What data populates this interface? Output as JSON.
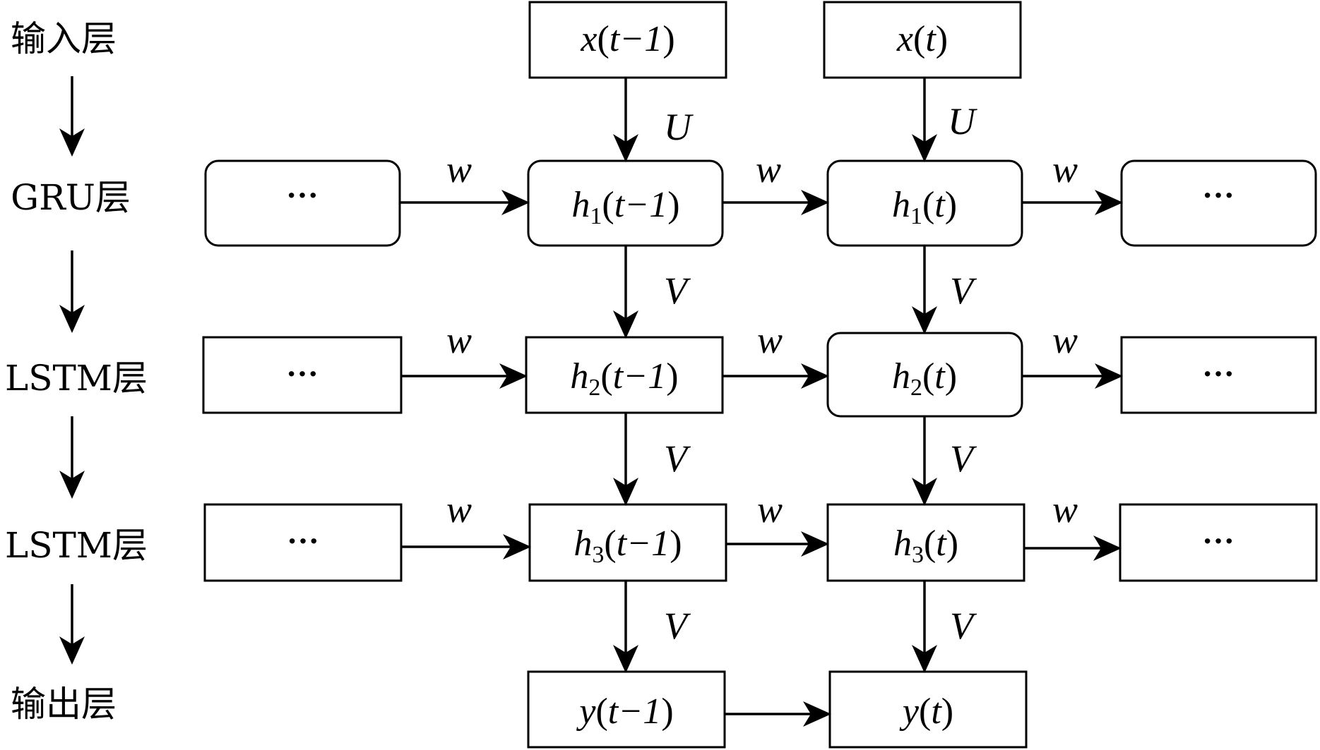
{
  "layers": [
    "输入层",
    "GRU层",
    "LSTM层",
    "LSTM层",
    "输出层"
  ],
  "edge_labels": {
    "input": "U",
    "recurrent": "w",
    "vertical": "V"
  },
  "ellipsis": "···",
  "nodes": {
    "x_prev": {
      "var": "x",
      "sub": "",
      "arg": "t−1"
    },
    "x_cur": {
      "var": "x",
      "sub": "",
      "arg": "t"
    },
    "h1_prev": {
      "var": "h",
      "sub": "1",
      "arg": "t−1"
    },
    "h1_cur": {
      "var": "h",
      "sub": "1",
      "arg": "t"
    },
    "h2_prev": {
      "var": "h",
      "sub": "2",
      "arg": "t−1"
    },
    "h2_cur": {
      "var": "h",
      "sub": "2",
      "arg": "t"
    },
    "h3_prev": {
      "var": "h",
      "sub": "3",
      "arg": "t−1"
    },
    "h3_cur": {
      "var": "h",
      "sub": "3",
      "arg": "t"
    },
    "y_prev": {
      "var": "y",
      "sub": "",
      "arg": "t−1"
    },
    "y_cur": {
      "var": "y",
      "sub": "",
      "arg": "t"
    }
  }
}
